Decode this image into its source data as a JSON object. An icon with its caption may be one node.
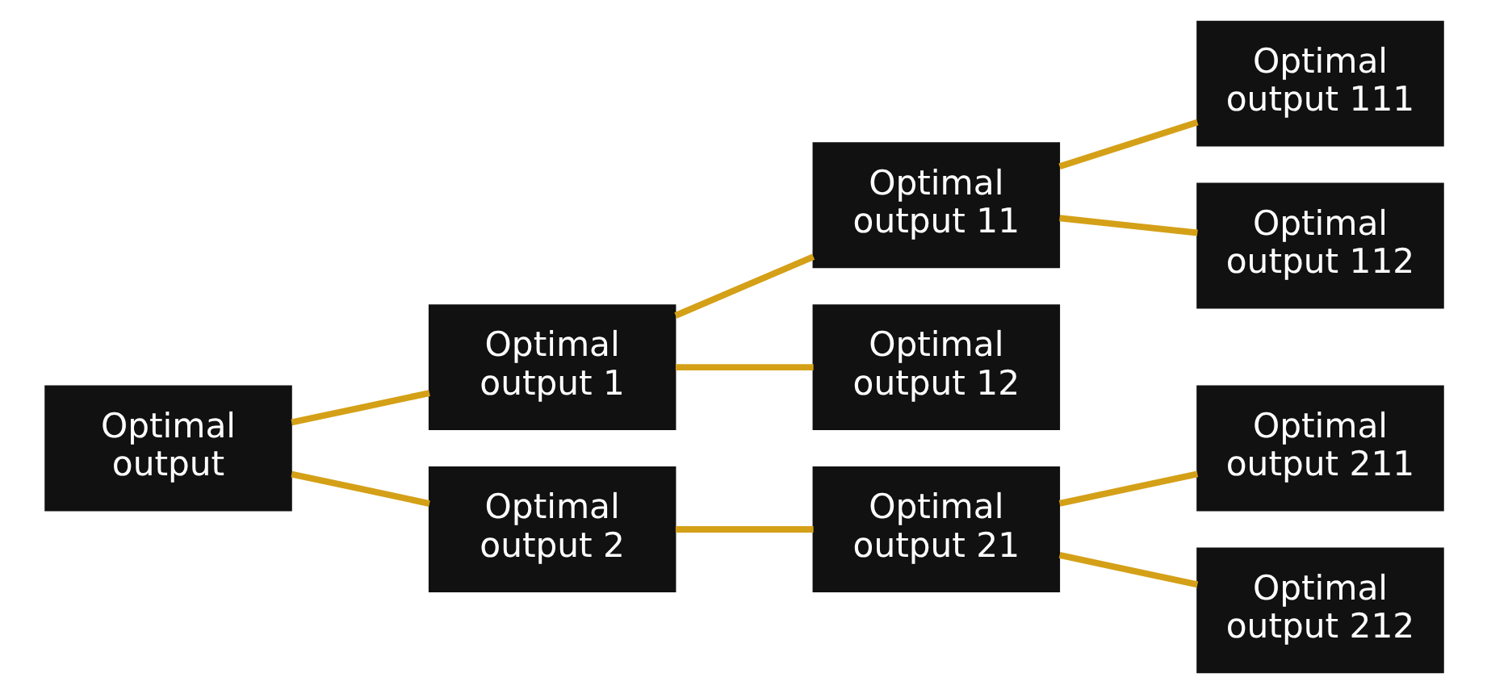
{
  "diagram": {
    "nodes": [
      {
        "text": [
          "Optimal output"
        ]
      },
      {
        "text": [
          "Optimal output 1"
        ]
      },
      {
        "text": [
          "Optimal output 2"
        ]
      },
      {
        "text": [
          "Optimal output 11"
        ]
      },
      {
        "text": [
          "Optimal output 12"
        ]
      },
      {
        "text": [
          "Optimal output 21"
        ]
      },
      {
        "text": [
          "Optimal output 111"
        ]
      },
      {
        "text": [
          "Optimal output 112"
        ]
      },
      {
        "text": [
          "Optimal output 211"
        ]
      },
      {
        "text": [
          "Optimal output 212"
        ]
      }
    ],
    "edges": [
      {
        "from": 0,
        "to": 1,
        "arrow": "none"
      },
      {
        "from": 0,
        "to": 2,
        "arrow": "none"
      },
      {
        "from": 1,
        "to": 3,
        "arrow": "none"
      },
      {
        "from": 1,
        "to": 4,
        "arrow": "none"
      },
      {
        "from": 2,
        "to": 5,
        "arrow": "none"
      },
      {
        "from": 3,
        "to": 6,
        "arrow": "none"
      },
      {
        "from": 3,
        "to": 7,
        "arrow": "none"
      },
      {
        "from": 5,
        "to": 8,
        "arrow": "none"
      },
      {
        "from": 5,
        "to": 9,
        "arrow": "none"
      }
    ]
  }
}
